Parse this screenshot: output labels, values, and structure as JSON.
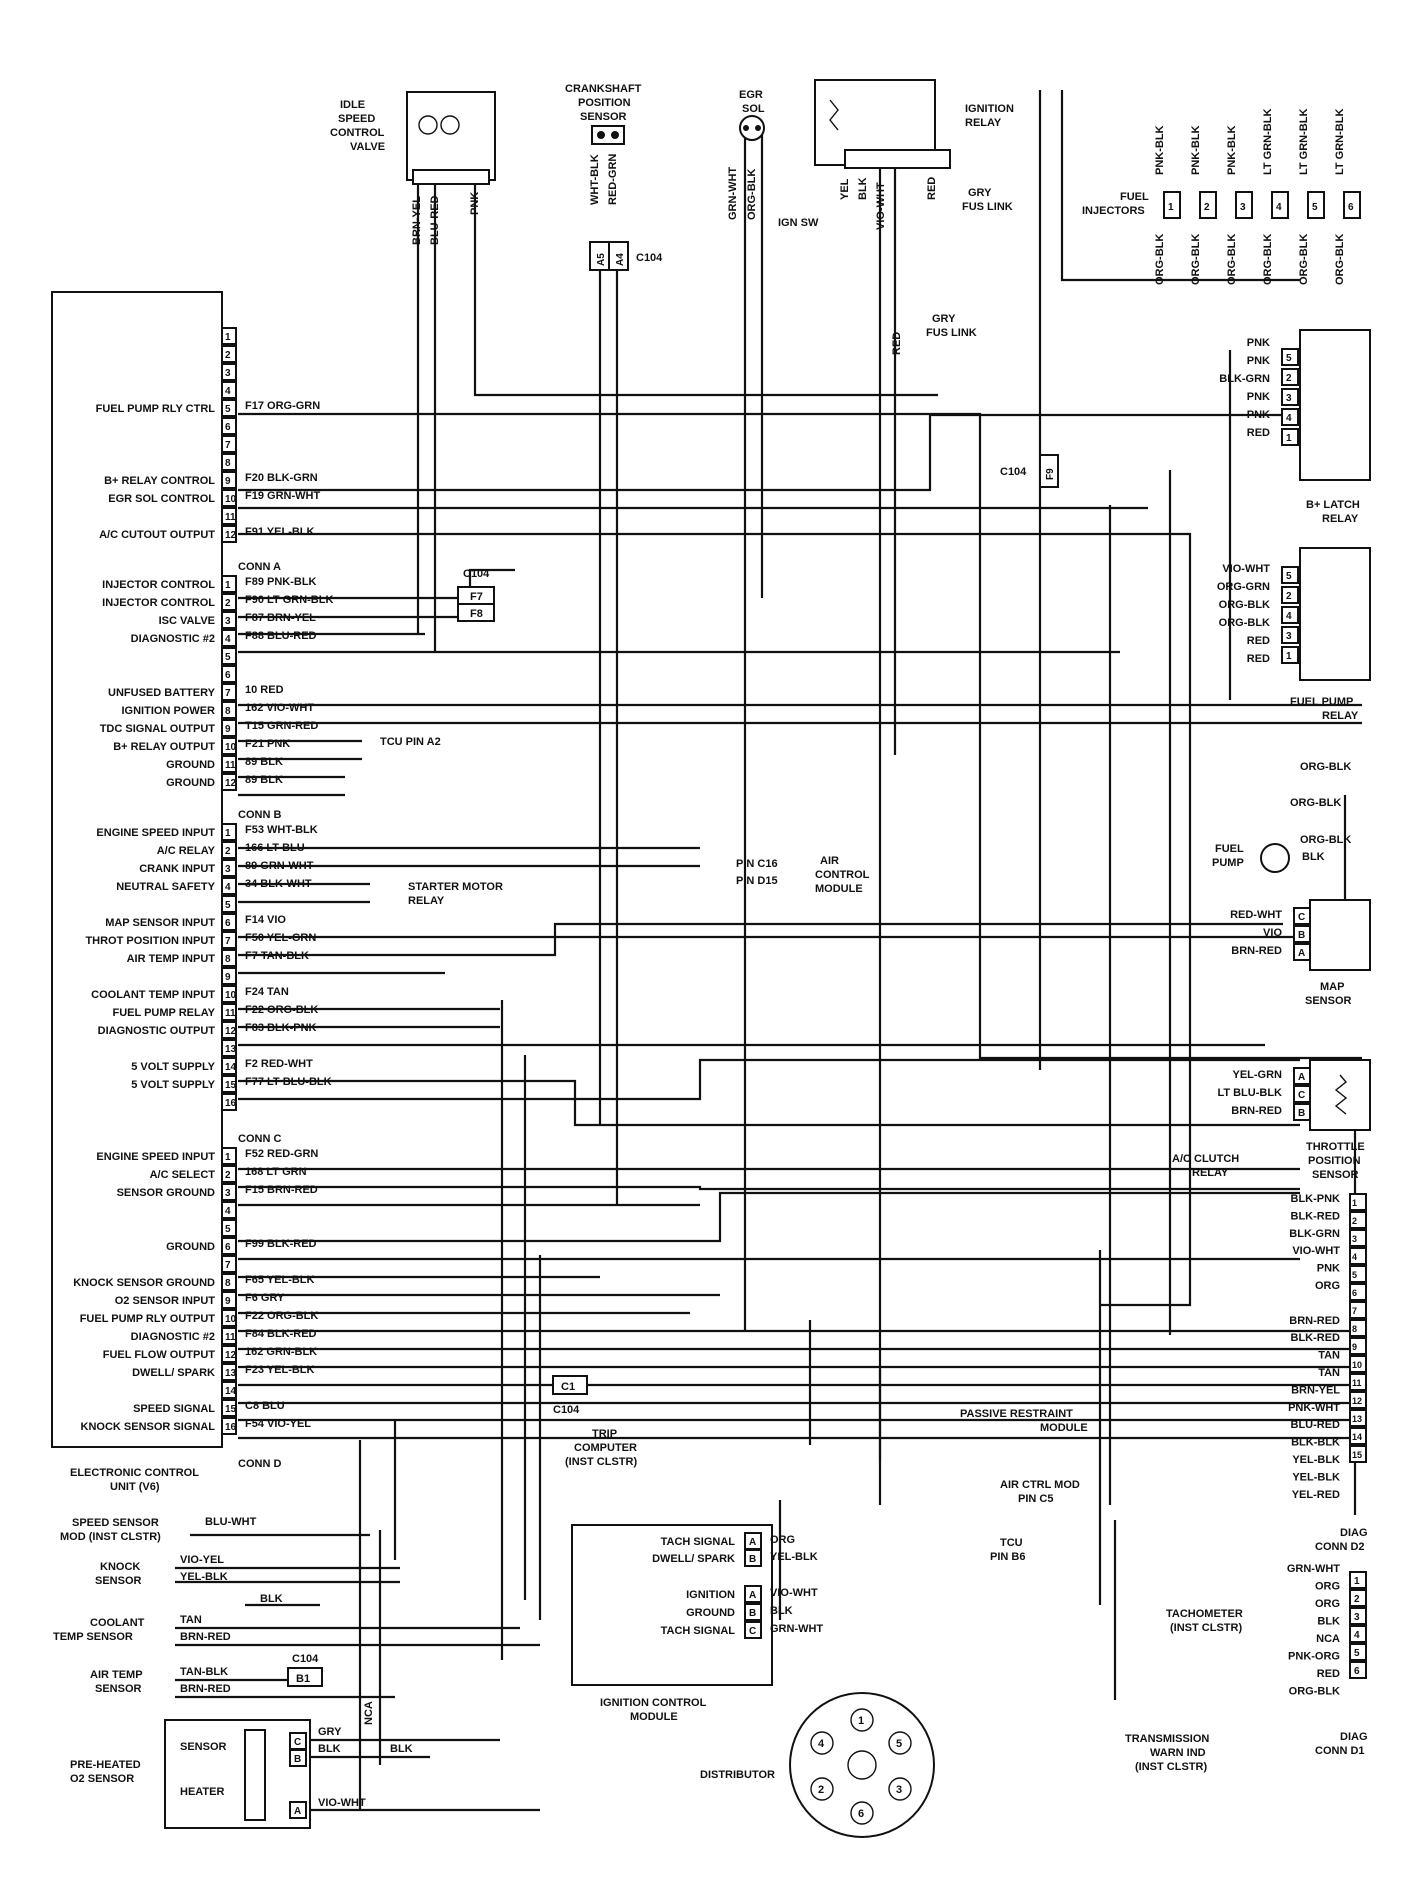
{
  "ecu": {
    "title_l1": "ELECTRONIC CONTROL",
    "title_l2": "UNIT (V6)",
    "conn_a_label": "CONN A",
    "conn_b_label": "CONN B",
    "conn_c_label": "CONN C",
    "conn_d_label": "CONN D",
    "conn_a": [
      {
        "pin": "1",
        "func": "",
        "wire": ""
      },
      {
        "pin": "2",
        "func": "",
        "wire": ""
      },
      {
        "pin": "3",
        "func": "",
        "wire": ""
      },
      {
        "pin": "4",
        "func": "",
        "wire": ""
      },
      {
        "pin": "5",
        "func": "FUEL PUMP RLY CTRL",
        "wire": "F17 ORG-GRN"
      },
      {
        "pin": "6",
        "func": "",
        "wire": ""
      },
      {
        "pin": "7",
        "func": "",
        "wire": ""
      },
      {
        "pin": "8",
        "func": "",
        "wire": ""
      },
      {
        "pin": "9",
        "func": "B+ RELAY CONTROL",
        "wire": "F20 BLK-GRN"
      },
      {
        "pin": "10",
        "func": "EGR SOL CONTROL",
        "wire": "F19 GRN-WHT"
      },
      {
        "pin": "11",
        "func": "",
        "wire": ""
      },
      {
        "pin": "12",
        "func": "A/C CUTOUT OUTPUT",
        "wire": "F91 YEL-BLK"
      }
    ],
    "conn_b": [
      {
        "pin": "1",
        "func": "INJECTOR CONTROL",
        "wire": "F89 PNK-BLK"
      },
      {
        "pin": "2",
        "func": "INJECTOR CONTROL",
        "wire": "F90 LT GRN-BLK"
      },
      {
        "pin": "3",
        "func": "ISC VALVE",
        "wire": "F87 BRN-YEL"
      },
      {
        "pin": "4",
        "func": "DIAGNOSTIC #2",
        "wire": "F88 BLU-RED"
      },
      {
        "pin": "5",
        "func": "",
        "wire": ""
      },
      {
        "pin": "6",
        "func": "",
        "wire": ""
      },
      {
        "pin": "7",
        "func": "UNFUSED BATTERY",
        "wire": "10 RED"
      },
      {
        "pin": "8",
        "func": "IGNITION POWER",
        "wire": "162 VIO-WHT"
      },
      {
        "pin": "9",
        "func": "TDC SIGNAL OUTPUT",
        "wire": "T15 GRN-RED"
      },
      {
        "pin": "10",
        "func": "B+ RELAY OUTPUT",
        "wire": "F21 PNK"
      },
      {
        "pin": "11",
        "func": "GROUND",
        "wire": "89 BLK"
      },
      {
        "pin": "12",
        "func": "GROUND",
        "wire": "89 BLK"
      }
    ],
    "conn_c": [
      {
        "pin": "1",
        "func": "ENGINE SPEED INPUT",
        "wire": "F53 WHT-BLK"
      },
      {
        "pin": "2",
        "func": "A/C RELAY",
        "wire": "166 LT BLU"
      },
      {
        "pin": "3",
        "func": "CRANK INPUT",
        "wire": "89 GRN-WHT"
      },
      {
        "pin": "4",
        "func": "NEUTRAL SAFETY",
        "wire": "34 BLK-WHT"
      },
      {
        "pin": "5",
        "func": "",
        "wire": ""
      },
      {
        "pin": "6",
        "func": "MAP SENSOR INPUT",
        "wire": "F14 VIO"
      },
      {
        "pin": "7",
        "func": "THROT POSITION INPUT",
        "wire": "F50 YEL-GRN"
      },
      {
        "pin": "8",
        "func": "AIR TEMP INPUT",
        "wire": "F7 TAN-BLK"
      },
      {
        "pin": "9",
        "func": "",
        "wire": ""
      },
      {
        "pin": "10",
        "func": "COOLANT TEMP INPUT",
        "wire": "F24 TAN"
      },
      {
        "pin": "11",
        "func": "FUEL PUMP RELAY",
        "wire": "F22 ORG-BLK"
      },
      {
        "pin": "12",
        "func": "DIAGNOSTIC OUTPUT",
        "wire": "F83 BLK-PNK"
      },
      {
        "pin": "13",
        "func": "",
        "wire": ""
      },
      {
        "pin": "14",
        "func": "5 VOLT SUPPLY",
        "wire": "F2 RED-WHT"
      },
      {
        "pin": "15",
        "func": "5 VOLT SUPPLY",
        "wire": "F77 LT BLU-BLK"
      },
      {
        "pin": "16",
        "func": "",
        "wire": ""
      }
    ],
    "conn_d": [
      {
        "pin": "1",
        "func": "ENGINE SPEED INPUT",
        "wire": "F52 RED-GRN"
      },
      {
        "pin": "2",
        "func": "A/C SELECT",
        "wire": "168 LT GRN"
      },
      {
        "pin": "3",
        "func": "SENSOR GROUND",
        "wire": "F15 BRN-RED"
      },
      {
        "pin": "4",
        "func": "",
        "wire": ""
      },
      {
        "pin": "5",
        "func": "",
        "wire": ""
      },
      {
        "pin": "6",
        "func": "GROUND",
        "wire": "F99 BLK-RED"
      },
      {
        "pin": "7",
        "func": "",
        "wire": ""
      },
      {
        "pin": "8",
        "func": "KNOCK SENSOR GROUND",
        "wire": "F65 YEL-BLK"
      },
      {
        "pin": "9",
        "func": "O2 SENSOR INPUT",
        "wire": "F6 GRY"
      },
      {
        "pin": "10",
        "func": "FUEL PUMP RLY OUTPUT",
        "wire": "F22 ORG-BLK"
      },
      {
        "pin": "11",
        "func": "DIAGNOSTIC #2",
        "wire": "F84 BLK-RED"
      },
      {
        "pin": "12",
        "func": "FUEL FLOW OUTPUT",
        "wire": "162 GRN-BLK"
      },
      {
        "pin": "13",
        "func": "DWELL/ SPARK",
        "wire": "F23 YEL-BLK"
      },
      {
        "pin": "14",
        "func": "",
        "wire": ""
      },
      {
        "pin": "15",
        "func": "SPEED SIGNAL",
        "wire": "C8 BLU"
      },
      {
        "pin": "16",
        "func": "KNOCK SENSOR SIGNAL",
        "wire": "F54 VIO-YEL"
      }
    ]
  },
  "top": {
    "isc": {
      "label": [
        "IDLE",
        "SPEED",
        "CONTROL",
        "VALVE"
      ],
      "wires": [
        "BRN-YEL",
        "BLU-RED",
        "PNK"
      ]
    },
    "crank": {
      "label": [
        "CRANKSHAFT",
        "POSITION",
        "SENSOR"
      ],
      "wires": [
        "WHT-BLK",
        "RED-GRN"
      ],
      "cavities": [
        "A5",
        "A4"
      ],
      "conn": "C104"
    },
    "egr": {
      "label": [
        "EGR",
        "SOL"
      ],
      "wires": [
        "GRN-WHT",
        "ORG-BLK"
      ]
    },
    "ign_relay": {
      "label": [
        "IGNITION",
        "RELAY"
      ],
      "wires": [
        "YEL",
        "BLK",
        "VIO-WHT",
        "RED"
      ],
      "ign_sw": "IGN SW",
      "fus": [
        "GRY",
        "FUS LINK"
      ]
    },
    "injectors": {
      "label": [
        "FUEL",
        "INJECTORS"
      ],
      "numbers": [
        "1",
        "2",
        "3",
        "4",
        "5",
        "6"
      ],
      "top_wires": [
        "PNK-BLK",
        "PNK-BLK",
        "PNK-BLK",
        "LT GRN-BLK",
        "LT GRN-BLK",
        "LT GRN-BLK"
      ],
      "bottom_wire": "ORG-BLK"
    },
    "fus2": [
      "GRY",
      "FUS LINK"
    ],
    "red_wire": "RED"
  },
  "right": {
    "latch": {
      "label": [
        "B+ LATCH",
        "RELAY"
      ],
      "pins": [
        "5",
        "2",
        "3",
        "4",
        "1"
      ],
      "wires": [
        "PNK",
        "PNK",
        "BLK-GRN",
        "PNK",
        "PNK",
        "RED"
      ]
    },
    "c104_f9": "C104",
    "f9": "F9",
    "fp_relay": {
      "label": [
        "FUEL PUMP",
        "RELAY"
      ],
      "pins": [
        "5",
        "2",
        "4",
        "3",
        "1"
      ],
      "wires": [
        "VIO-WHT",
        "ORG-GRN",
        "ORG-BLK",
        "ORG-BLK",
        "RED",
        "RED"
      ]
    },
    "fuel_pump": {
      "label": [
        "FUEL",
        "PUMP"
      ],
      "wires": [
        "ORG-BLK",
        "ORG-BLK",
        "ORG-BLK",
        "BLK"
      ]
    },
    "map": {
      "label": [
        "MAP",
        "SENSOR"
      ],
      "pins": [
        "C",
        "B",
        "A"
      ],
      "wires": [
        "RED-WHT",
        "VIO",
        "BRN-RED"
      ]
    },
    "tps": {
      "label": [
        "THROTTLE",
        "POSITION",
        "SENSOR"
      ],
      "pins": [
        "A",
        "C",
        "B"
      ],
      "wires": [
        "YEL-GRN",
        "LT BLU-BLK",
        "BRN-RED"
      ]
    },
    "ac_clutch": [
      "A/C CLUTCH",
      "RELAY"
    ],
    "diag_d2": {
      "label": [
        "DIAG",
        "CONN D2"
      ],
      "pins": [
        "1",
        "2",
        "3",
        "4",
        "5",
        "6",
        "7",
        "8",
        "9",
        "10",
        "11",
        "12",
        "13",
        "14",
        "15"
      ],
      "wires": [
        "BLK-PNK",
        "BLK-RED",
        "BLK-GRN",
        "VIO-WHT",
        "PNK",
        "ORG",
        "",
        "BRN-RED",
        "BLK-RED",
        "TAN",
        "TAN",
        "BRN-YEL",
        "PNK-WHT",
        "BLU-RED",
        "BLK-BLK",
        "YEL-BLK",
        "YEL-BLK",
        "YEL-RED"
      ]
    },
    "prm": [
      "PASSIVE RESTRAINT",
      "MODULE"
    ],
    "air_ctrl": [
      "AIR CTRL MOD",
      "PIN C5"
    ],
    "tcu": [
      "TCU",
      "PIN B6"
    ],
    "diag_d1": {
      "label": [
        "DIAG",
        "CONN D1"
      ],
      "pins": [
        "1",
        "2",
        "3",
        "4",
        "5",
        "6"
      ],
      "wires": [
        "GRN-WHT",
        "ORG",
        "ORG",
        "BLK",
        "NCA",
        "PNK-ORG",
        "RED",
        "ORG-BLK"
      ]
    },
    "tach": [
      "TACHOMETER",
      "(INST CLSTR)"
    ],
    "trans": [
      "TRANSMISSION",
      "WARN IND",
      "(INST CLSTR)"
    ]
  },
  "middle": {
    "c104": "C104",
    "f7": "F7",
    "f8": "F8",
    "tcu_a2": "TCU PIN A2",
    "pin_c16": "PIN C16",
    "pin_d15": "PIN D15",
    "air_ctrl_mod": [
      "AIR",
      "CONTROL",
      "MODULE"
    ],
    "starter": [
      "STARTER MOTOR",
      "RELAY"
    ],
    "c1": "C1",
    "c104b": "C104",
    "trip": [
      "TRIP",
      "COMPUTER",
      "(INST CLSTR)"
    ]
  },
  "bottom": {
    "speed_sensor": {
      "label": [
        "SPEED SENSOR",
        "MOD (INST CLSTR)"
      ],
      "wire": "BLU-WHT"
    },
    "knock": {
      "label": [
        "KNOCK",
        "SENSOR"
      ],
      "wires": [
        "VIO-YEL",
        "YEL-BLK",
        "BLK"
      ]
    },
    "coolant": {
      "label": [
        "COOLANT",
        "TEMP SENSOR"
      ],
      "wires": [
        "TAN",
        "BRN-RED"
      ]
    },
    "airtemp": {
      "label": [
        "AIR TEMP",
        "SENSOR"
      ],
      "wires": [
        "TAN-BLK",
        "BRN-RED"
      ],
      "conn": "C104",
      "cav": "B1"
    },
    "o2": {
      "label": [
        "PRE-HEATED",
        "O2 SENSOR"
      ],
      "sensor": "SENSOR",
      "heater": "HEATER",
      "pins": [
        "C",
        "B",
        "A"
      ],
      "wires": [
        "GRY",
        "BLK",
        "BLK",
        "VIO-WHT"
      ],
      "nca": "NCA"
    },
    "icm": {
      "label": [
        "IGNITION CONTROL",
        "MODULE"
      ],
      "rows": [
        {
          "func": "TACH SIGNAL",
          "pin": "A",
          "wire": "ORG"
        },
        {
          "func": "DWELL/ SPARK",
          "pin": "B",
          "wire": "YEL-BLK"
        },
        {
          "func": "IGNITION",
          "pin": "A",
          "wire": "VIO-WHT"
        },
        {
          "func": "GROUND",
          "pin": "B",
          "wire": "BLK"
        },
        {
          "func": "TACH SIGNAL",
          "pin": "C",
          "wire": "GRN-WHT"
        }
      ]
    },
    "distributor": {
      "label": "DISTRIBUTOR",
      "numbers": [
        "1",
        "6",
        "3",
        "5",
        "2",
        "4"
      ]
    }
  }
}
